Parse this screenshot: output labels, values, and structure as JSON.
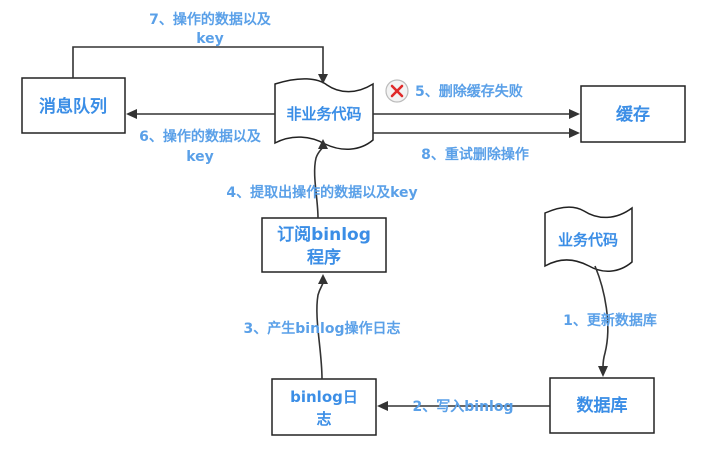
{
  "nodes": {
    "message_queue": "消息队列",
    "non_business_code": "非业务代码",
    "cache": "缓存",
    "subscribe_line1": "订阅binlog",
    "subscribe_line2": "程序",
    "business_code": "业务代码",
    "binlog_line1": "binlog日",
    "binlog_line2": "志",
    "database": "数据库"
  },
  "edges": {
    "e7_line1": "7、操作的数据以及",
    "e7_line2": "key",
    "e6_line1": "6、操作的数据以及",
    "e6_line2": "key",
    "e5": "5、删除缓存失败",
    "e8": "8、重试删除操作",
    "e4": "4、提取出操作的数据以及key",
    "e3": "3、产生binlog操作日志",
    "e1": "1、更新数据库",
    "e2": "2、写入binlog"
  },
  "colors": {
    "label_blue": "#3b8ee6",
    "edge_label_blue": "#5aa0e8",
    "fail_icon_red": "#e02a2a"
  },
  "icons": {
    "fail_marker": "close-circle-icon"
  }
}
